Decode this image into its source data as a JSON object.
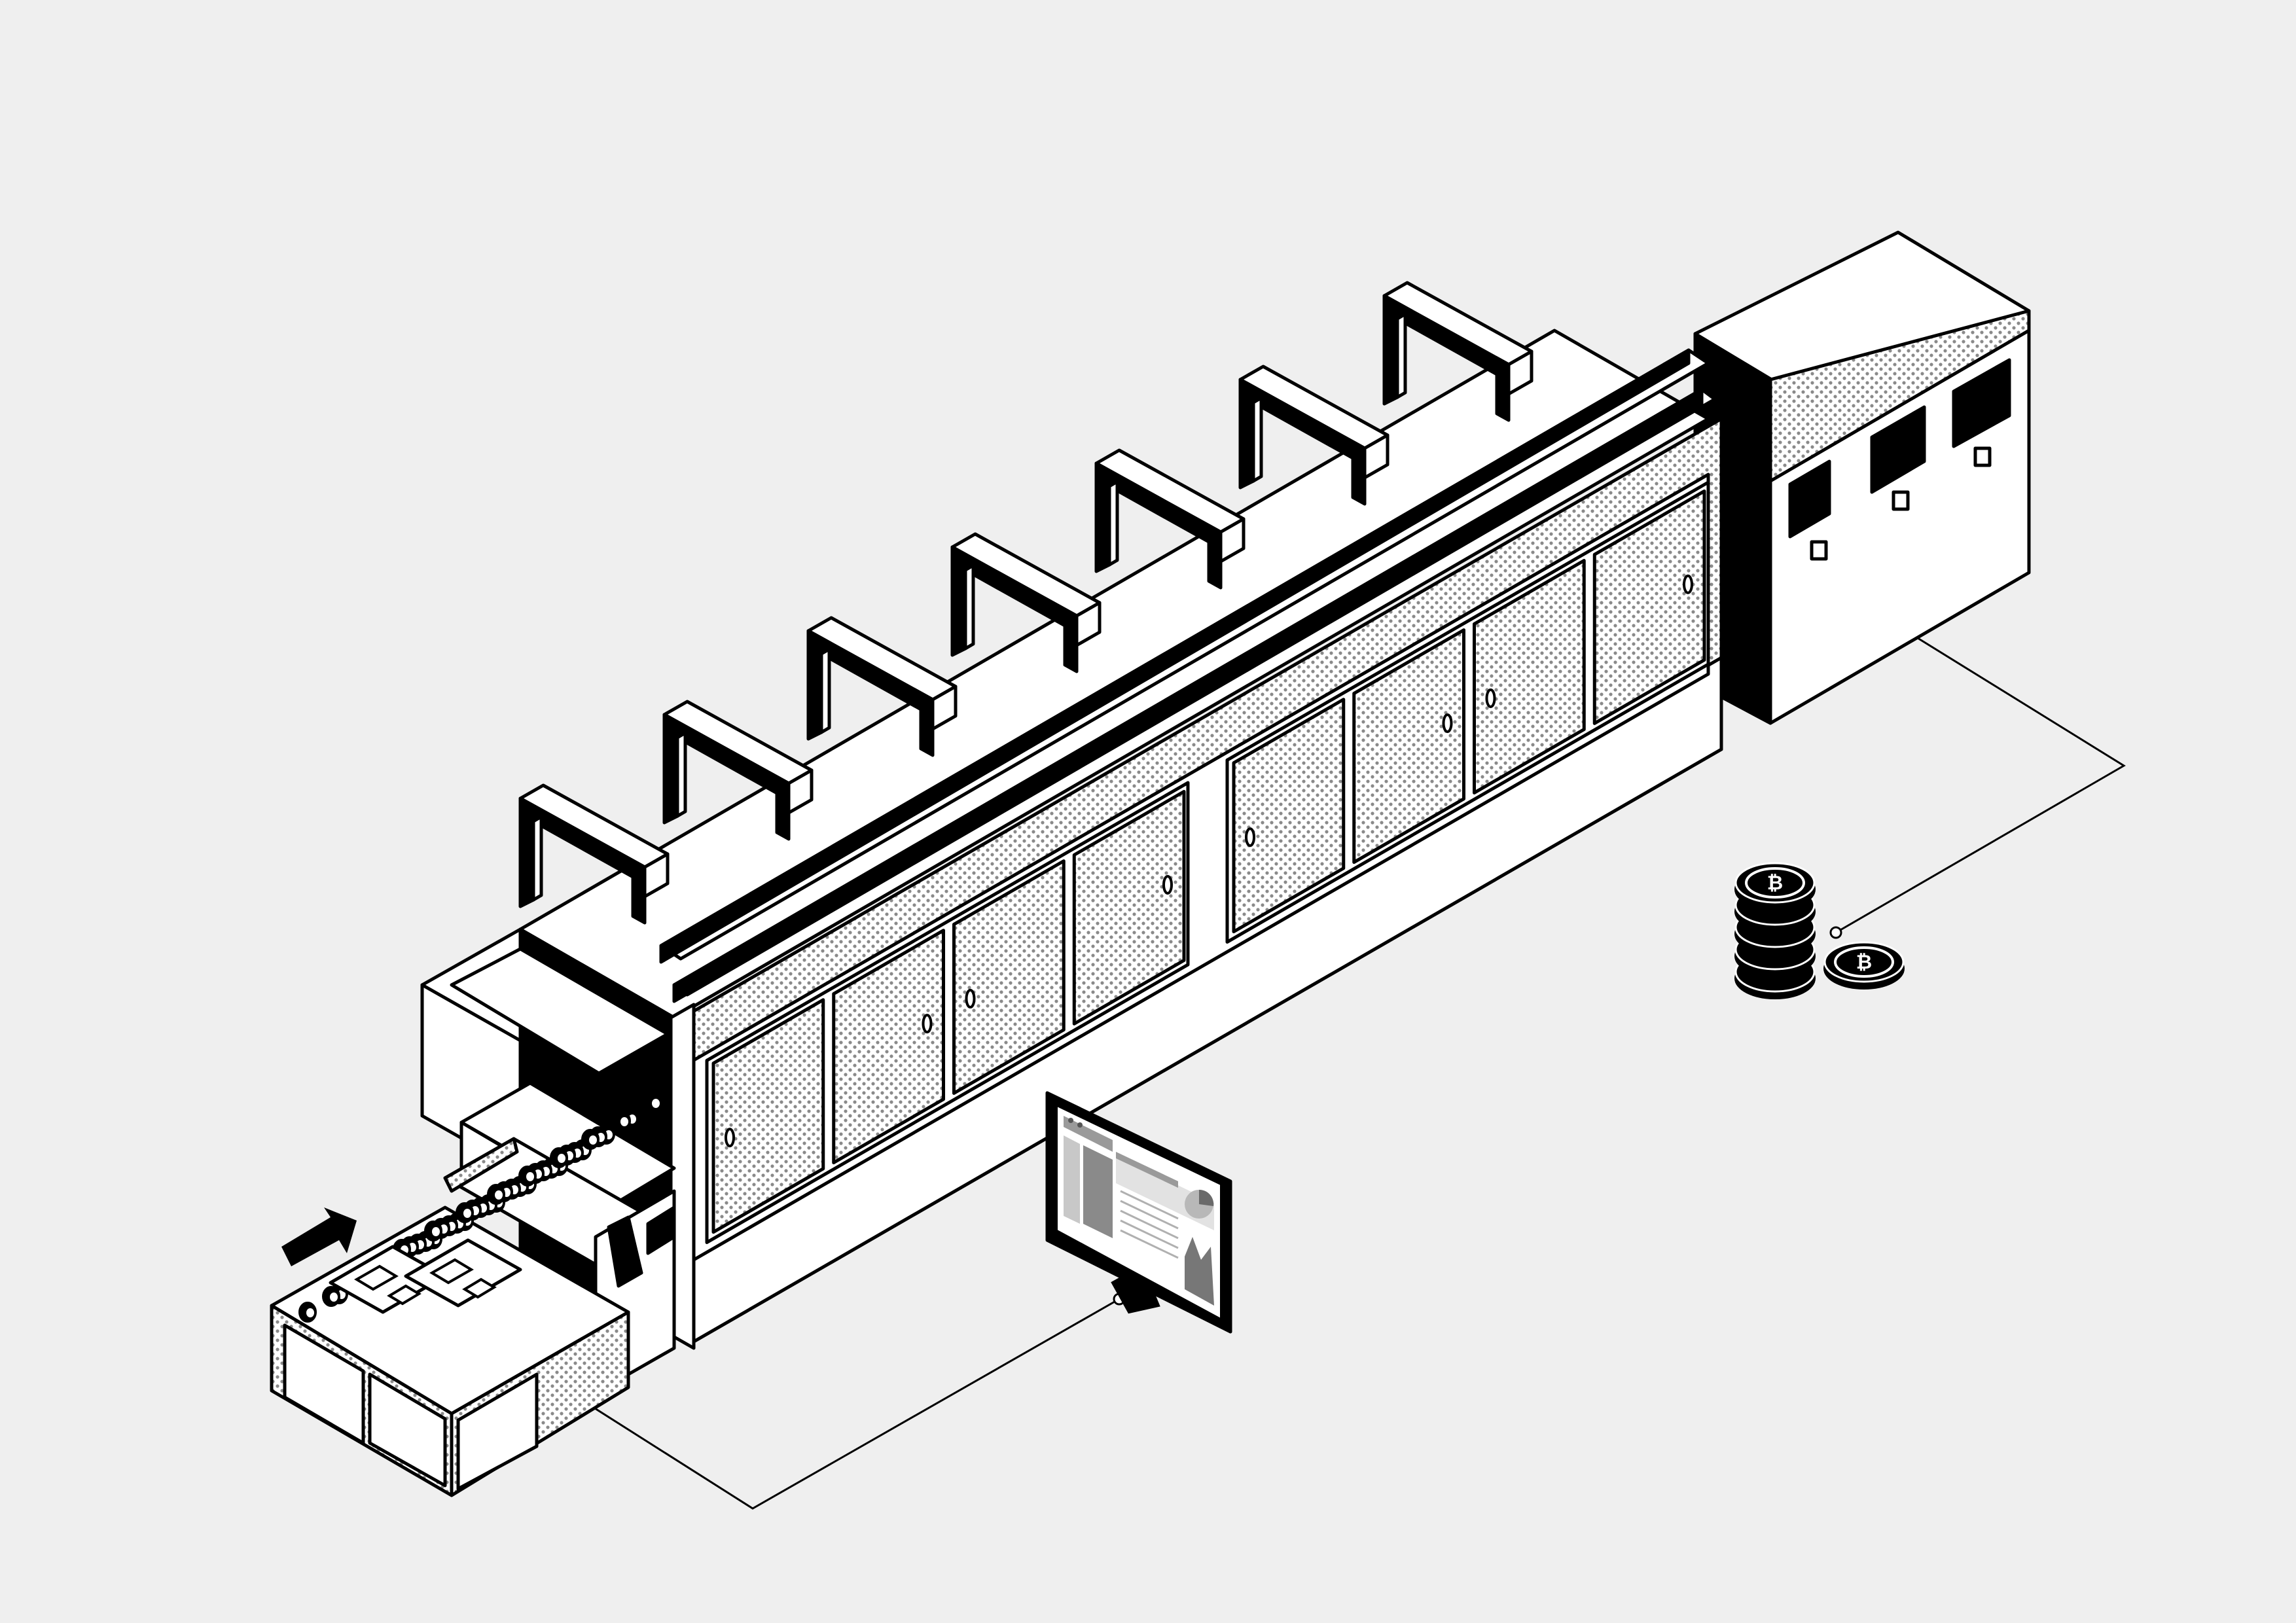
{
  "illustration": {
    "background_color": "#efefef",
    "line_color": "#000000",
    "fill_color": "#ffffff",
    "style": "isometric line art with halftone dot shading",
    "components": {
      "conveyor": {
        "icon": "roller-conveyor-icon",
        "rollers_per_row": 9,
        "roller_rows": 5,
        "boards_on_rollers": 2
      },
      "direction_arrow": {
        "icon": "arrow-up-right-icon"
      },
      "machine_body": {
        "gantries": 7,
        "door_panels_left_group": 4,
        "door_panels_right_group": 4
      },
      "output_cabinet": {
        "display_windows": 3
      },
      "monitor": {
        "icon": "dashboard-monitor-icon",
        "chart": "pie-and-area-chart"
      },
      "coins": {
        "icon": "bitcoin-coin-stack-icon",
        "stacked_coins": 5,
        "loose_coins": 1
      }
    }
  }
}
